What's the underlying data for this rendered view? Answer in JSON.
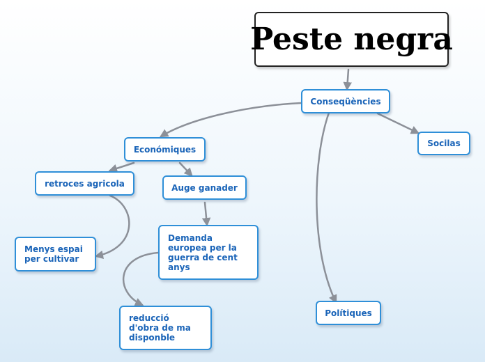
{
  "diagram": {
    "title": "Peste negra",
    "nodes": {
      "consequencies": "Conseqüències",
      "economiques": "Económiques",
      "socials": "Socilas",
      "politiques": "Polítiques",
      "retroces": "retroces agricola",
      "auge": "Auge ganader",
      "menys": "Menys espai per cultivar",
      "demanda": "Demanda europea per la guerra de cent anys",
      "reduccio": "reducció d'obra de ma disponble"
    },
    "colors": {
      "node_border": "#2f8fd8",
      "node_text": "#1a64b8",
      "connector": "#8c9098",
      "title_border": "#222222"
    }
  }
}
